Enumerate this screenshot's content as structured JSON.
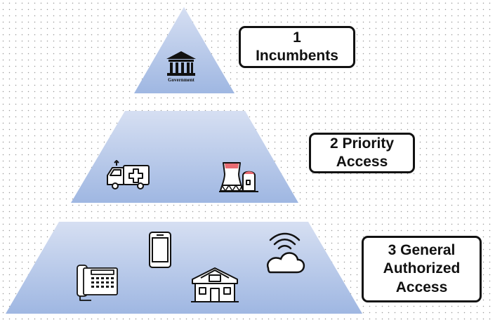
{
  "colors": {
    "tier_top_fill": "#d6dff2",
    "tier_bottom_fill": "#9fb7e2",
    "label_border": "#111111",
    "power_plant_accent": "#e86b72"
  },
  "tiers": [
    {
      "number": "1",
      "title": "Incumbents",
      "icons": [
        "government-building-icon"
      ]
    },
    {
      "number": "2",
      "title": "Priority Access",
      "icons": [
        "ambulance-icon",
        "power-plant-icon"
      ]
    },
    {
      "number": "3",
      "title": "General Authorized Access",
      "icons": [
        "desk-phone-icon",
        "smartphone-icon",
        "house-icon",
        "wireless-cloud-icon"
      ]
    }
  ],
  "labels": {
    "tier1_line1": "1",
    "tier1_line2": "Incumbents",
    "tier2_line1": "2 Priority",
    "tier2_line2": "Access",
    "tier3_line1": "3 General",
    "tier3_line2": "Authorized",
    "tier3_line3": "Access"
  },
  "icon_text": {
    "government": "Government"
  }
}
